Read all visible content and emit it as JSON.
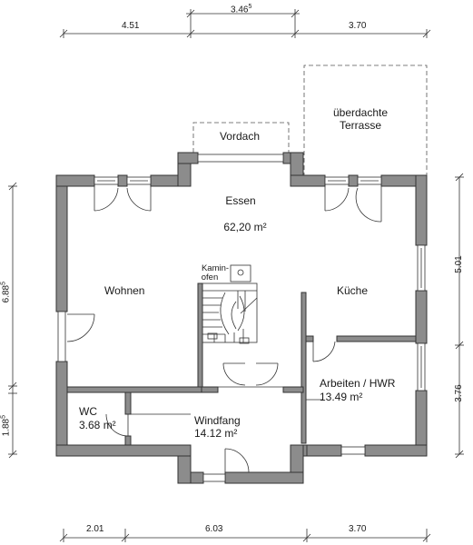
{
  "colors": {
    "wall_fill": "#8c8c8c",
    "wall_stroke": "#333333",
    "line": "#333333",
    "background": "#ffffff"
  },
  "dimensions": {
    "top_left": "4.51",
    "top_middle": "3.46",
    "top_middle_sup": "5",
    "top_right": "3.70",
    "bottom_left": "2.01",
    "bottom_middle": "6.03",
    "bottom_right": "3.70",
    "left_upper": "6.88",
    "left_upper_sup": "5",
    "left_lower": "1.88",
    "left_lower_sup": "5",
    "right_upper": "5.01",
    "right_lower": "3.76"
  },
  "rooms": {
    "terrasse_line1": "überdachte",
    "terrasse_line2": "Terrasse",
    "vordach": "Vordach",
    "essen": "Essen",
    "essen_area": "62,20 m²",
    "kamin_line1": "Kamin-",
    "kamin_line2": "ofen",
    "wohnen": "Wohnen",
    "kueche": "Küche",
    "arbeiten": "Arbeiten / HWR",
    "arbeiten_area": "13.49 m²",
    "wc": "WC",
    "wc_area": "3.68 m²",
    "windfang": "Windfang",
    "windfang_area": "14.12 m²"
  }
}
